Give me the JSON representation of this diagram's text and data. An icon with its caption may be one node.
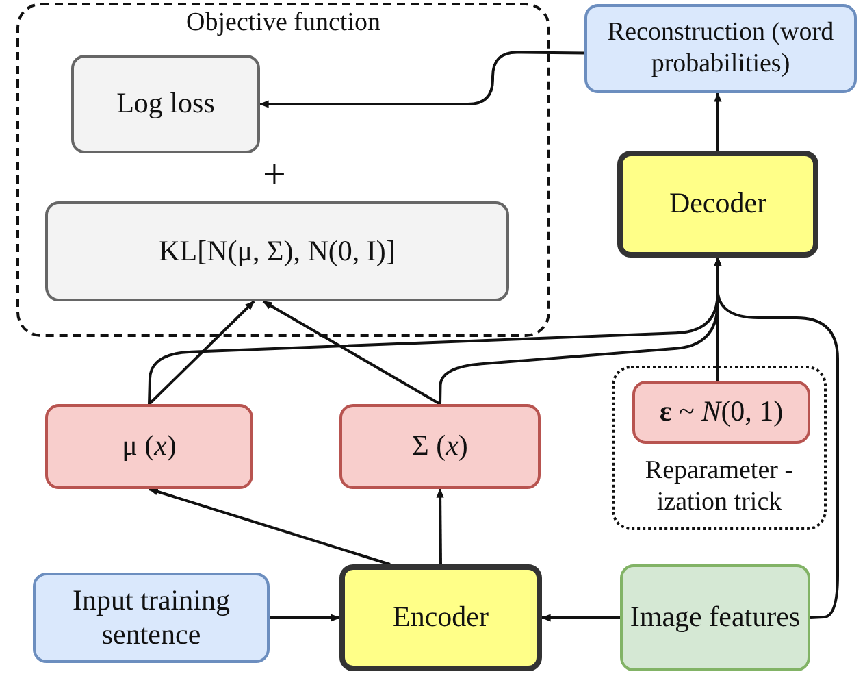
{
  "diagram": {
    "nodes": [
      {
        "text": [
          "Objective function"
        ]
      },
      {
        "text": [
          "Log loss"
        ],
        "in": 0
      },
      {
        "text": [
          "KL[N(μ, Σ), N(0, I)]"
        ],
        "in": 0
      },
      {
        "text": [
          "Reconstruction (word probabilities)"
        ]
      },
      {
        "text": [
          "Decoder"
        ]
      },
      {
        "text": [
          "μ (*x*)"
        ]
      },
      {
        "text": [
          "Σ (*x*)"
        ]
      },
      {
        "text": [
          "Reparameter -ization trick"
        ]
      },
      {
        "text": [
          "**ε** ~ *N*(0, 1)"
        ],
        "in": 7
      },
      {
        "text": [
          "Input training sentence"
        ]
      },
      {
        "text": [
          "Encoder"
        ]
      },
      {
        "text": [
          "Image features"
        ]
      }
    ],
    "edges": [
      {
        "from": 3,
        "to": 1,
        "arrow": "to"
      },
      {
        "from": 4,
        "to": 3,
        "arrow": "to"
      },
      {
        "from": 5,
        "to": 4,
        "arrow": "to"
      },
      {
        "from": 6,
        "to": 4,
        "arrow": "to"
      },
      {
        "from": 8,
        "to": 4,
        "arrow": "to"
      },
      {
        "from": 11,
        "to": 4,
        "arrow": "to"
      },
      {
        "from": 5,
        "to": 2,
        "arrow": "to"
      },
      {
        "from": 6,
        "to": 2,
        "arrow": "to"
      },
      {
        "from": 10,
        "to": 5,
        "arrow": "to"
      },
      {
        "from": 10,
        "to": 6,
        "arrow": "to"
      },
      {
        "from": 9,
        "to": 10,
        "arrow": "to"
      },
      {
        "from": 11,
        "to": 10,
        "arrow": "to"
      }
    ],
    "labels": [
      "+"
    ]
  }
}
